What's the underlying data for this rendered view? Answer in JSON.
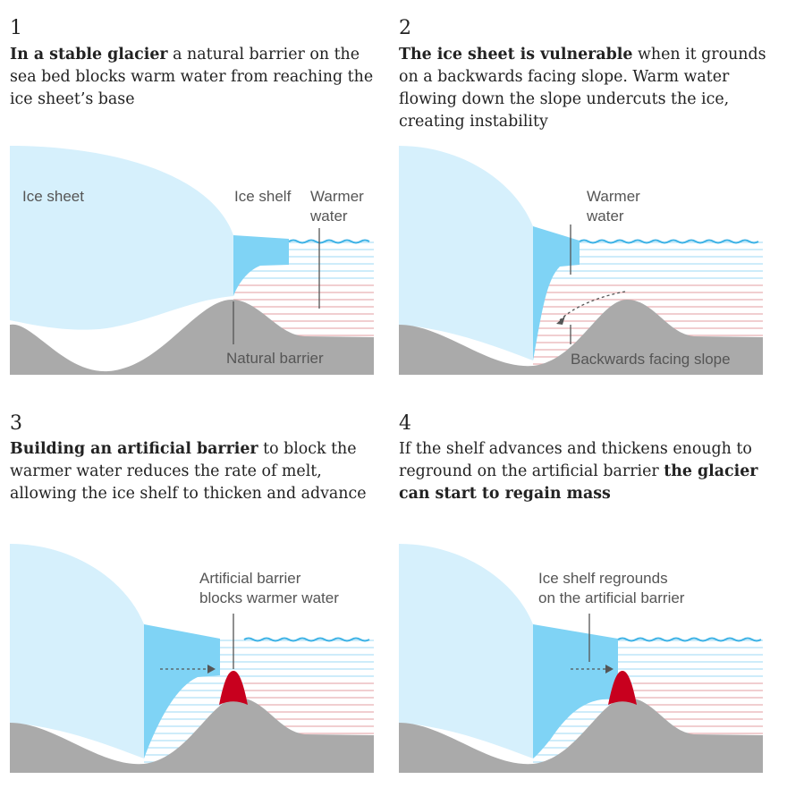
{
  "panels": [
    {
      "number": "1",
      "caption_bold": "In a stable glacier",
      "caption_rest": " a natural barrier on the sea bed blocks warm water from reaching the ice sheet’s base",
      "labels": {
        "ice_sheet": "Ice sheet",
        "ice_shelf": "Ice shelf",
        "warmer_water_1": "Warmer",
        "warmer_water_2": "water",
        "natural_barrier": "Natural barrier"
      }
    },
    {
      "number": "2",
      "caption_bold": "The ice sheet is vulnerable",
      "caption_rest": " when it grounds on a backwards facing slope. Warm water flowing down the slope undercuts the ice, creating instability",
      "labels": {
        "warmer_water_1": "Warmer",
        "warmer_water_2": "water",
        "backwards_slope": "Backwards facing slope"
      }
    },
    {
      "number": "3",
      "caption_bold": "Building an artificial barrier",
      "caption_rest": " to block the warmer water reduces the rate of melt, allowing the ice shelf to thicken and advance",
      "labels": {
        "artificial_1": "Artificial barrier",
        "artificial_2": "blocks warmer water"
      }
    },
    {
      "number": "4",
      "caption_plain": "If the shelf advances and thickens enough to reground on the artificial barrier ",
      "caption_bold": "the glacier can start to regain mass",
      "labels": {
        "reground_1": "Ice shelf regrounds",
        "reground_2": "on the artificial barrier"
      }
    }
  ],
  "colors": {
    "ice_sheet": "#d6f0fc",
    "ice_shelf": "#7fd3f5",
    "ground": "#aaaaaa",
    "cold_water_line": "#b3e2f7",
    "warm_water_line": "#f5b8b8",
    "sea_surface": "#3fb3e6",
    "artificial_barrier": "#c8001e",
    "label_text": "#555555",
    "leader_line": "#555555"
  }
}
